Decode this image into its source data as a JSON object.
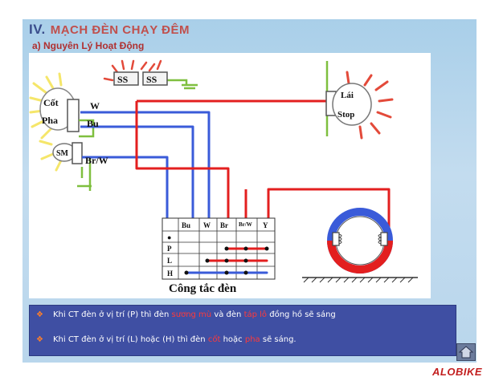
{
  "title": {
    "number": "IV.",
    "text": "MẠCH ĐÈN CHẠY ĐÊM",
    "subtitle": "a) Nguyên Lý Hoạt Động"
  },
  "diagram": {
    "headlight": {
      "line1": "Cốt",
      "line2": "Pha"
    },
    "speedometer": "SM",
    "switches": [
      "SS",
      "SS"
    ],
    "taillight": {
      "line1": "Lái",
      "line2": "Stop"
    },
    "wire_labels": [
      "W",
      "Bu",
      "Br/W"
    ],
    "switch_table": {
      "columns": [
        "Bu",
        "W",
        "Br",
        "Br/W",
        "Y"
      ],
      "rows": [
        "●",
        "P",
        "L",
        "H"
      ],
      "caption": "Công tắc đèn"
    }
  },
  "notes": [
    {
      "bullet": "❖",
      "pre": "Khi CT đèn ở vị trí (P) thì đèn",
      "hl1": "sương mù",
      "mid": "và đèn",
      "hl2": "táp lô",
      "post": "đồng hồ sẽ sáng"
    },
    {
      "bullet": "❖",
      "pre": "Khi CT đèn ở vị trí (L) hoặc (H) thì đèn",
      "hl1": "cốt",
      "mid": "hoặc",
      "hl2": "pha",
      "post": "sẽ sáng."
    }
  ],
  "brand": "ALOBIKE",
  "colors": {
    "accent": "#c0504d",
    "wire_red": "#e31f1f",
    "wire_blue": "#3a5bd9",
    "panel_blue": "#3f4fa3"
  },
  "icons": [
    "home-icon"
  ]
}
